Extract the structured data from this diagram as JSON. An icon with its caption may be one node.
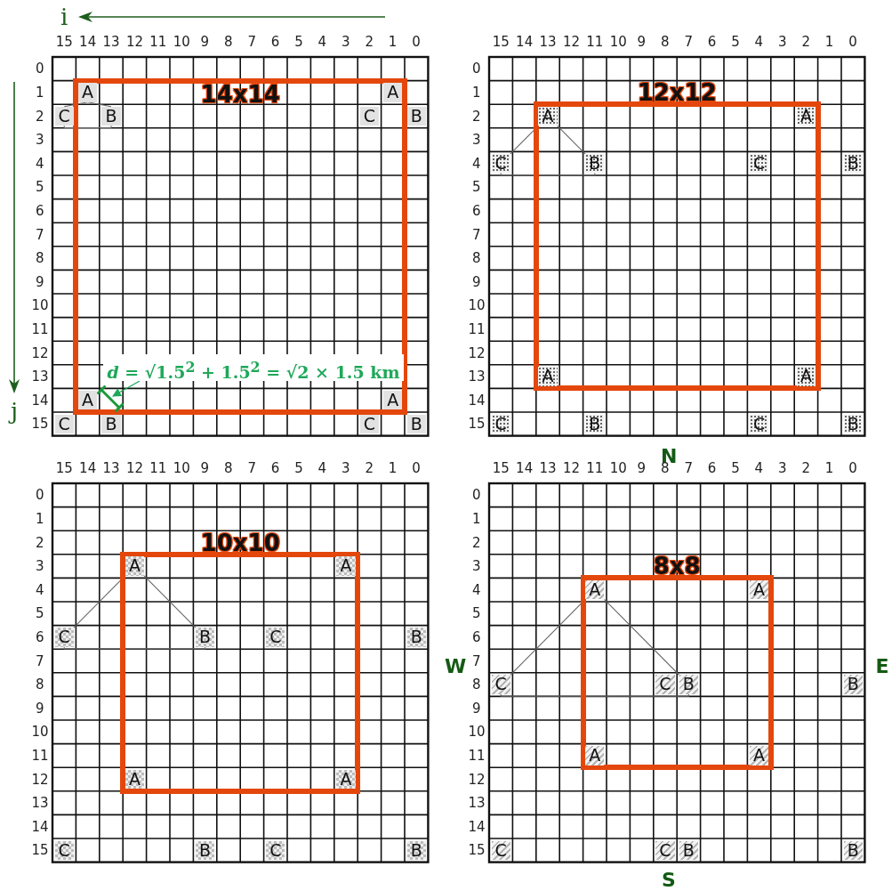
{
  "diagram": {
    "nodes": [
      {
        "text": [
          "14x14"
        ]
      },
      {
        "text": [
          "A"
        ],
        "in": 0
      },
      {
        "text": [
          "A"
        ],
        "in": 0
      },
      {
        "text": [
          "C"
        ]
      },
      {
        "text": [
          "B"
        ],
        "in": 0
      },
      {
        "text": [
          "C"
        ],
        "in": 0
      },
      {
        "text": [
          "B"
        ]
      },
      {
        "text": [
          "A"
        ],
        "in": 0
      },
      {
        "text": [
          "A"
        ],
        "in": 0
      },
      {
        "text": [
          "C"
        ]
      },
      {
        "text": [
          "B"
        ]
      },
      {
        "text": [
          "C"
        ]
      },
      {
        "text": [
          "B"
        ]
      },
      {
        "text": [
          "*d* = √1.5$^{2}$ + 1.5$^{2}$ = √2 × 1.5 km"
        ],
        "in": 0
      },
      {
        "text": [
          "12x12"
        ]
      },
      {
        "text": [
          "A"
        ],
        "in": 14
      },
      {
        "text": [
          "A"
        ],
        "in": 14
      },
      {
        "text": [
          "C"
        ]
      },
      {
        "text": [
          "B"
        ],
        "in": 14
      },
      {
        "text": [
          "C"
        ],
        "in": 14
      },
      {
        "text": [
          "B"
        ]
      },
      {
        "text": [
          "A"
        ],
        "in": 14
      },
      {
        "text": [
          "A"
        ],
        "in": 14
      },
      {
        "text": [
          "C"
        ]
      },
      {
        "text": [
          "B"
        ]
      },
      {
        "text": [
          "C"
        ]
      },
      {
        "text": [
          "B"
        ]
      },
      {
        "text": [
          "10x10"
        ]
      },
      {
        "text": [
          "A"
        ],
        "in": 27
      },
      {
        "text": [
          "A"
        ],
        "in": 27
      },
      {
        "text": [
          "C"
        ]
      },
      {
        "text": [
          "B"
        ],
        "in": 27
      },
      {
        "text": [
          "C"
        ],
        "in": 27
      },
      {
        "text": [
          "B"
        ]
      },
      {
        "text": [
          "A"
        ],
        "in": 27
      },
      {
        "text": [
          "A"
        ],
        "in": 27
      },
      {
        "text": [
          "C"
        ]
      },
      {
        "text": [
          "B"
        ]
      },
      {
        "text": [
          "C"
        ]
      },
      {
        "text": [
          "B"
        ]
      },
      {
        "text": [
          "8x8"
        ]
      },
      {
        "text": [
          "A"
        ],
        "in": 40
      },
      {
        "text": [
          "A"
        ],
        "in": 40
      },
      {
        "text": [
          "C"
        ]
      },
      {
        "text": [
          "C"
        ],
        "in": 40
      },
      {
        "text": [
          "B"
        ],
        "in": 40
      },
      {
        "text": [
          "B"
        ]
      },
      {
        "text": [
          "A"
        ],
        "in": 40
      },
      {
        "text": [
          "A"
        ],
        "in": 40
      },
      {
        "text": [
          "C"
        ]
      },
      {
        "text": [
          "C"
        ]
      },
      {
        "text": [
          "B"
        ]
      },
      {
        "text": [
          "B"
        ]
      },
      {
        "text": [],
        "shape": "line",
        "in": 0
      }
    ],
    "edges": [
      {
        "from": 1,
        "to": 3,
        "arrow": "none"
      },
      {
        "from": 1,
        "to": 4,
        "arrow": "none"
      },
      {
        "from": 3,
        "to": 4,
        "arrow": "none"
      },
      {
        "from": 13,
        "to": 53,
        "arrow": "to",
        "color": "#1fa85a"
      },
      {
        "from": 15,
        "to": 17,
        "arrow": "none"
      },
      {
        "from": 15,
        "to": 18,
        "arrow": "none"
      },
      {
        "from": 17,
        "to": 18,
        "arrow": "none"
      },
      {
        "from": 28,
        "to": 30,
        "arrow": "none"
      },
      {
        "from": 28,
        "to": 31,
        "arrow": "none"
      },
      {
        "from": 30,
        "to": 31,
        "arrow": "none"
      },
      {
        "from": 41,
        "to": 43,
        "arrow": "none"
      },
      {
        "from": 41,
        "to": 45,
        "arrow": "none"
      },
      {
        "from": 43,
        "to": 45,
        "arrow": "none"
      }
    ],
    "labels": [
      "i",
      "15",
      "14",
      "13",
      "12",
      "11",
      "10",
      "9",
      "8",
      "7",
      "6",
      "5",
      "4",
      "3",
      "2",
      "1",
      "0",
      "0",
      "1",
      "2",
      "3",
      "4",
      "5",
      "6",
      "7",
      "8",
      "9",
      "10",
      "11",
      "12",
      "13",
      "14",
      "15",
      "j",
      "15",
      "14",
      "13",
      "12",
      "11",
      "10",
      "9",
      "8",
      "7",
      "6",
      "5",
      "4",
      "3",
      "2",
      "1",
      "0",
      "0",
      "1",
      "2",
      "3",
      "4",
      "5",
      "6",
      "7",
      "8",
      "9",
      "10",
      "11",
      "12",
      "13",
      "14",
      "15",
      "N",
      "15",
      "14",
      "13",
      "12",
      "11",
      "10",
      "9",
      "8",
      "7",
      "6",
      "5",
      "4",
      "3",
      "2",
      "1",
      "0",
      "0",
      "1",
      "2",
      "3",
      "4",
      "5",
      "6",
      "7",
      "8",
      "9",
      "10",
      "11",
      "12",
      "13",
      "14",
      "15",
      "W",
      "15",
      "14",
      "13",
      "12",
      "11",
      "10",
      "9",
      "8",
      "7",
      "6",
      "5",
      "4",
      "3",
      "2",
      "1",
      "0",
      "0",
      "1",
      "2",
      "3",
      "4",
      "5",
      "6",
      "7",
      "8",
      "9",
      "10",
      "11",
      "12",
      "13",
      "14",
      "15",
      "E",
      "S"
    ]
  }
}
